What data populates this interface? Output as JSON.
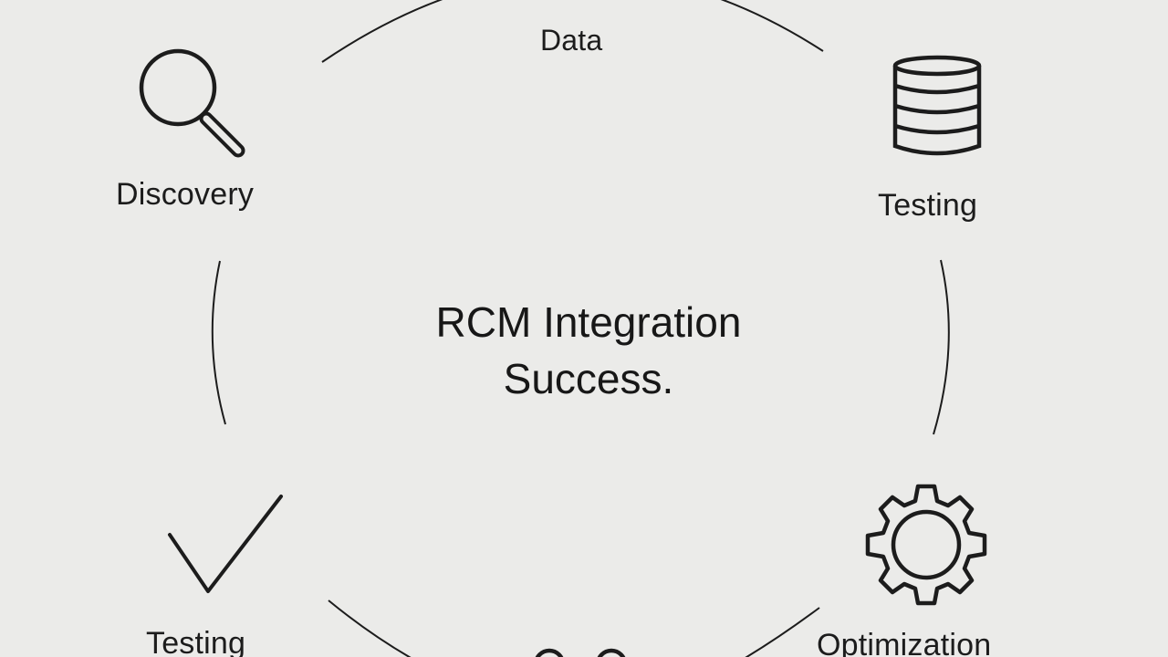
{
  "diagram": {
    "center_title": {
      "line1": "RCM Integration",
      "line2": "Success."
    },
    "nodes": [
      {
        "id": "data",
        "label": "Data",
        "icon": "none"
      },
      {
        "id": "testing-top",
        "label": "Testing",
        "icon": "database-icon"
      },
      {
        "id": "discovery",
        "label": "Discovery",
        "icon": "magnifying-glass-icon"
      },
      {
        "id": "testing-bottom",
        "label": "Testing",
        "icon": "checkmark-icon"
      },
      {
        "id": "optimization",
        "label": "Optimization",
        "icon": "gear-icon"
      },
      {
        "id": "bottom",
        "label": "",
        "icon": "link-icon"
      }
    ]
  },
  "colors": {
    "background": "#ebebe9",
    "stroke": "#1c1c1c",
    "text": "#1c1c1c"
  }
}
